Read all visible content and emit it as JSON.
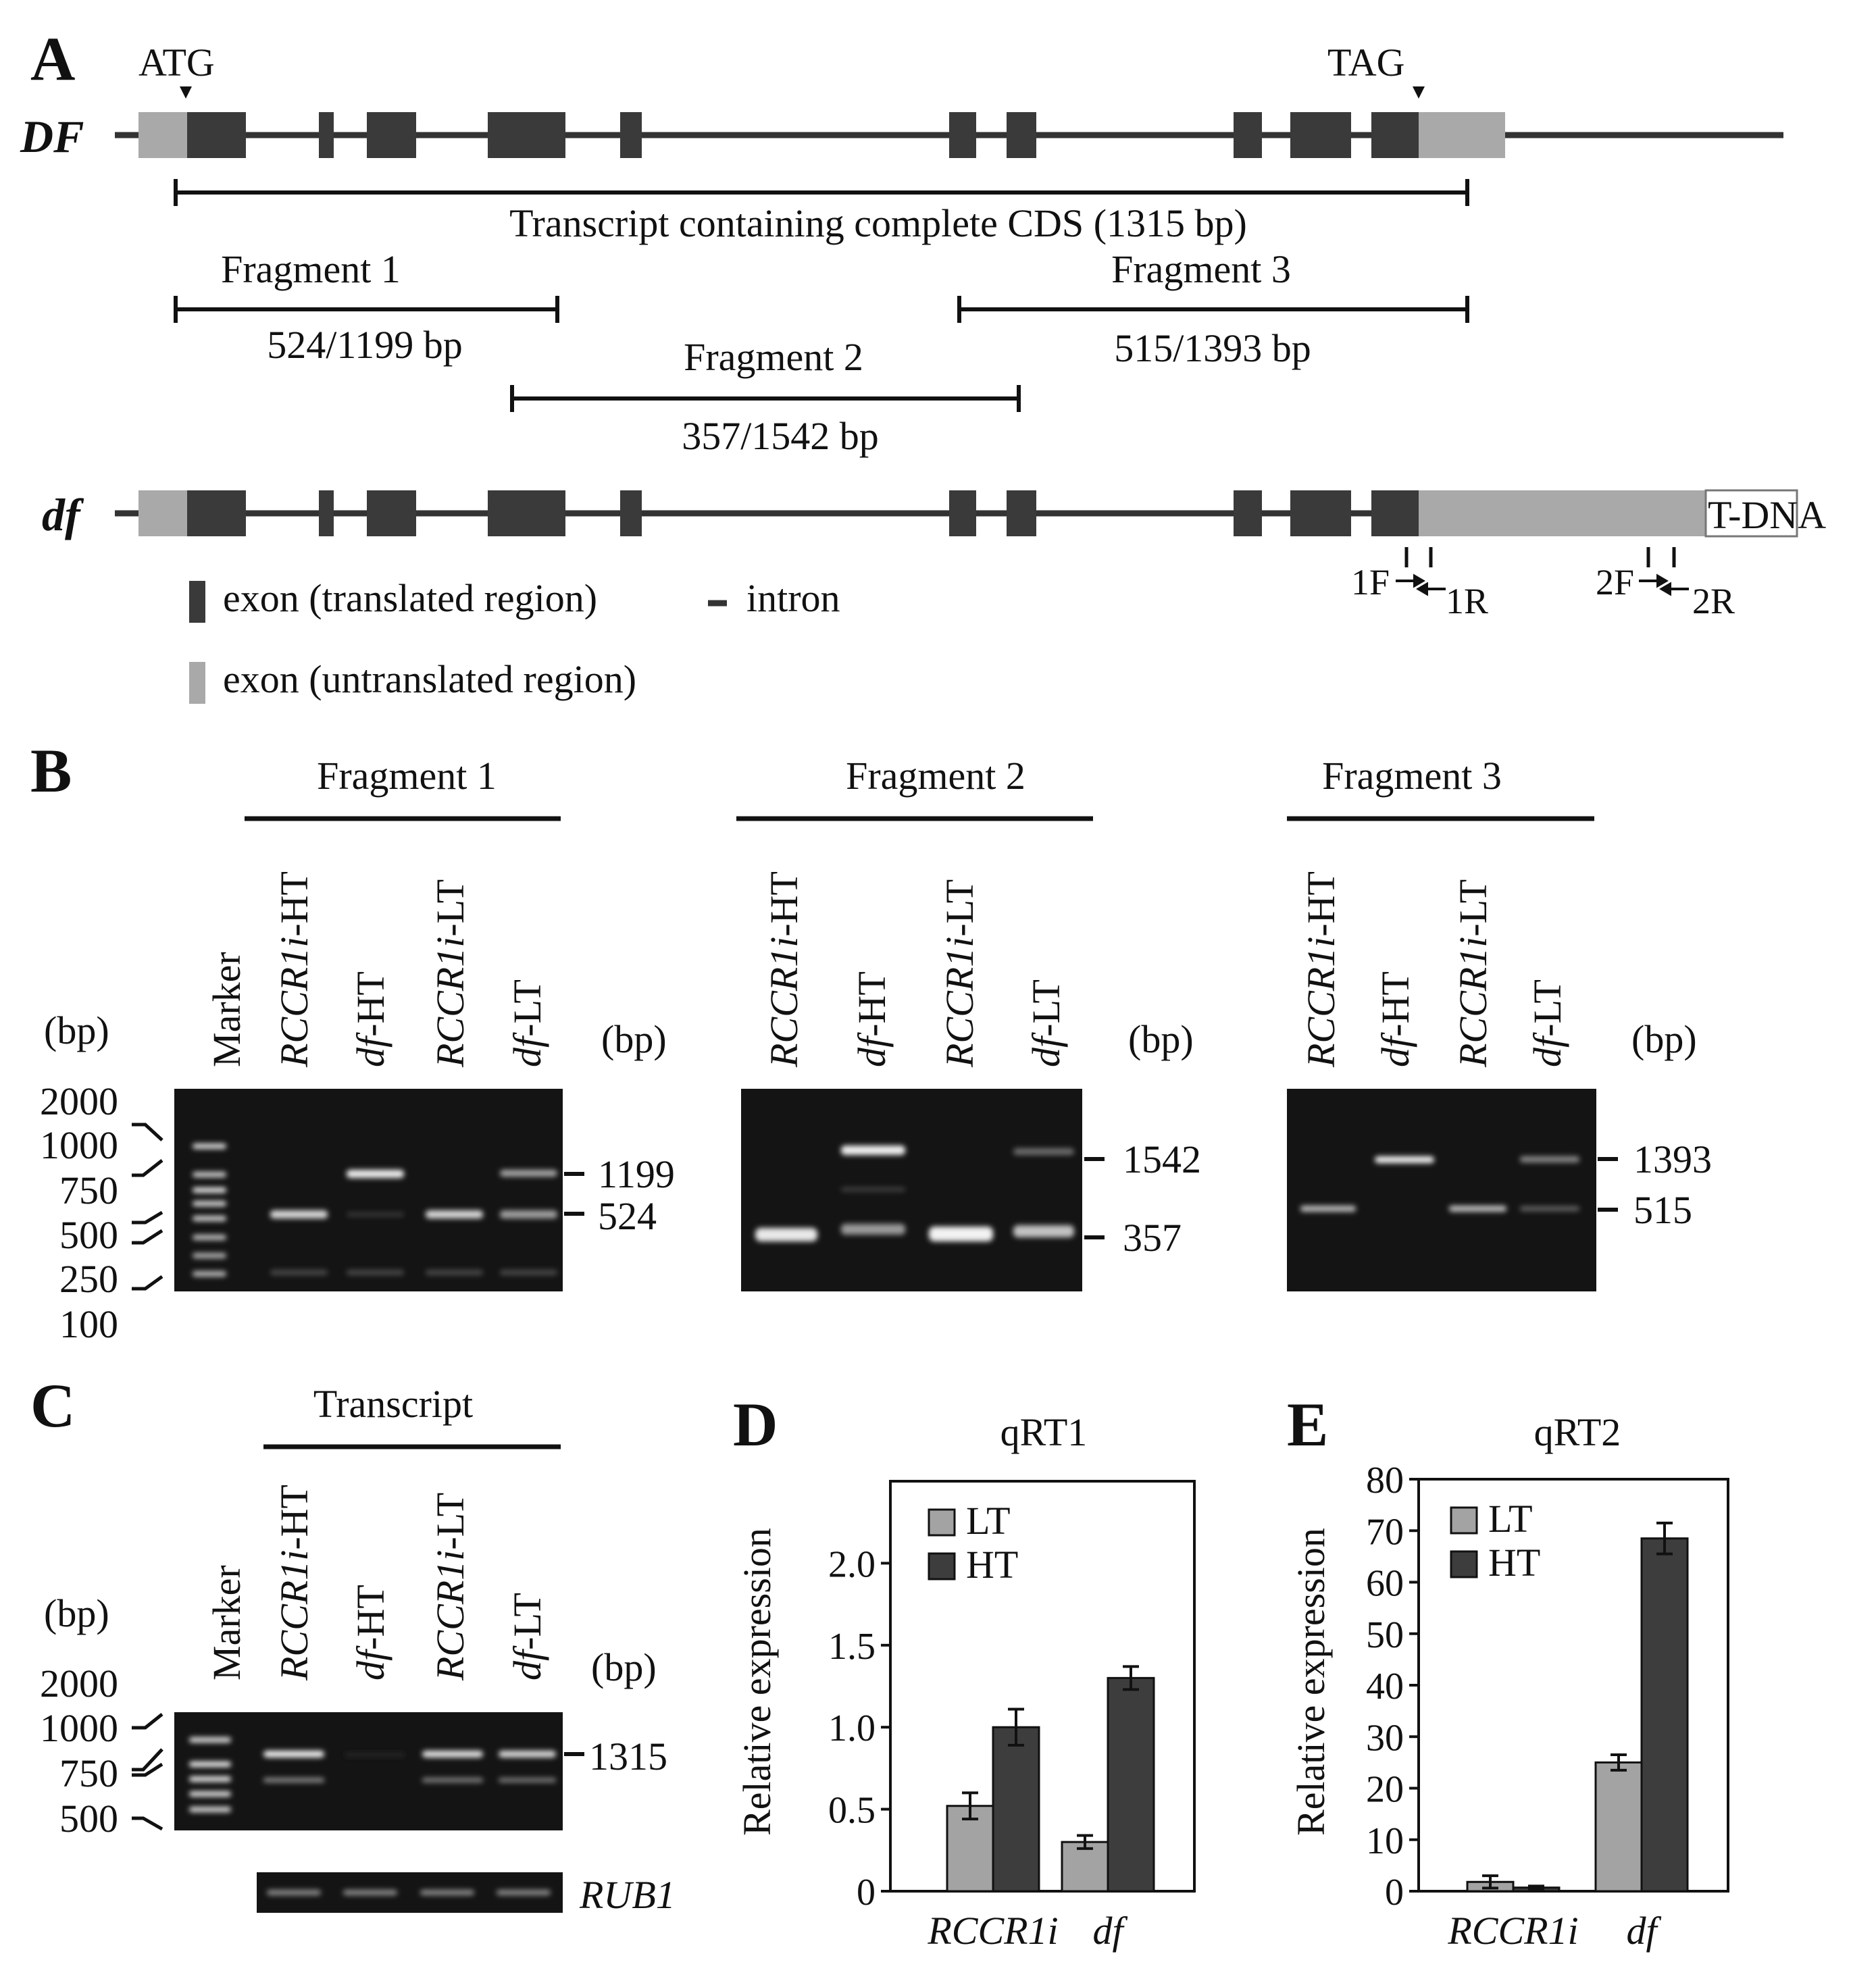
{
  "panel_a": {
    "letter": "A",
    "start_codon": "ATG",
    "stop_codon": "TAG",
    "gene_wt": "DF",
    "gene_mut": "df",
    "transcript_label": "Transcript containing complete CDS (1315 bp)",
    "fragments": [
      {
        "name": "Fragment 1",
        "size": "524/1199 bp"
      },
      {
        "name": "Fragment 2",
        "size": "357/1542 bp"
      },
      {
        "name": "Fragment 3",
        "size": "515/1393 bp"
      }
    ],
    "tdna": "T-DNA",
    "primers": [
      "1F",
      "1R",
      "2F",
      "2R"
    ],
    "legend": {
      "translated": "exon (translated region)",
      "intron": "intron",
      "untranslated": "exon (untranslated region)"
    },
    "colors": {
      "translated_exon": "#3a3a3a",
      "untranslated_exon": "#a9a9a9"
    }
  },
  "panel_b": {
    "letter": "B",
    "marker": "Marker",
    "unit": "(bp)",
    "marker_sizes": [
      "2000",
      "1000",
      "750",
      "500",
      "250",
      "100"
    ],
    "gels": [
      {
        "title": "Fragment 1",
        "lanes": [
          {
            "it": "RCCR1i",
            "rest": "-HT"
          },
          {
            "it": "df",
            "rest": "-HT"
          },
          {
            "it": "RCCR1i",
            "rest": "-LT"
          },
          {
            "it": "df",
            "rest": "-LT"
          }
        ],
        "sizes": [
          "1199",
          "524"
        ]
      },
      {
        "title": "Fragment 2",
        "lanes": [
          {
            "it": "RCCR1i",
            "rest": "-HT"
          },
          {
            "it": "df",
            "rest": "-HT"
          },
          {
            "it": "RCCR1i",
            "rest": "-LT"
          },
          {
            "it": "df",
            "rest": "-LT"
          }
        ],
        "sizes": [
          "1542",
          "357"
        ]
      },
      {
        "title": "Fragment 3",
        "lanes": [
          {
            "it": "RCCR1i",
            "rest": "-HT"
          },
          {
            "it": "df",
            "rest": "-HT"
          },
          {
            "it": "RCCR1i",
            "rest": "-LT"
          },
          {
            "it": "df",
            "rest": "-LT"
          }
        ],
        "sizes": [
          "1393",
          "515"
        ]
      }
    ]
  },
  "panel_c": {
    "letter": "C",
    "title": "Transcript",
    "marker": "Marker",
    "unit": "(bp)",
    "marker_sizes": [
      "2000",
      "1000",
      "750",
      "500"
    ],
    "lanes": [
      {
        "it": "RCCR1i",
        "rest": "-HT"
      },
      {
        "it": "df",
        "rest": "-HT"
      },
      {
        "it": "RCCR1i",
        "rest": "-LT"
      },
      {
        "it": "df",
        "rest": "-LT"
      }
    ],
    "size": "1315",
    "control": "RUB1"
  },
  "chart_data": [
    {
      "type": "bar",
      "panel": "D",
      "title": "qRT1",
      "ylabel": "Relative expression",
      "categories": [
        "RCCR1i",
        "df"
      ],
      "series": [
        {
          "name": "LT",
          "color": "#a3a3a3",
          "values": [
            0.52,
            0.3
          ],
          "errors": [
            0.08,
            0.04
          ]
        },
        {
          "name": "HT",
          "color": "#3d3d3d",
          "values": [
            1.0,
            1.3
          ],
          "errors": [
            0.11,
            0.07
          ]
        }
      ],
      "ylim": [
        0,
        2.5
      ],
      "yticks": [
        0,
        0.5,
        1.0,
        1.5,
        2.0
      ],
      "ytick_labels": [
        "0",
        "0.5",
        "1.0",
        "1.5",
        "2.0"
      ],
      "legend": "top-left",
      "grid": false
    },
    {
      "type": "bar",
      "panel": "E",
      "title": "qRT2",
      "ylabel": "Relative expression",
      "categories": [
        "RCCR1i",
        "df"
      ],
      "series": [
        {
          "name": "LT",
          "color": "#a3a3a3",
          "values": [
            1.8,
            25
          ],
          "errors": [
            1.2,
            1.5
          ]
        },
        {
          "name": "HT",
          "color": "#3d3d3d",
          "values": [
            0.7,
            68.5
          ],
          "errors": [
            0.3,
            3.0
          ]
        }
      ],
      "ylim": [
        0,
        80
      ],
      "yticks": [
        0,
        10,
        20,
        30,
        40,
        50,
        60,
        70,
        80
      ],
      "ytick_labels": [
        "0",
        "10",
        "20",
        "30",
        "40",
        "50",
        "60",
        "70",
        "80"
      ],
      "legend": "top-left",
      "grid": false
    }
  ]
}
